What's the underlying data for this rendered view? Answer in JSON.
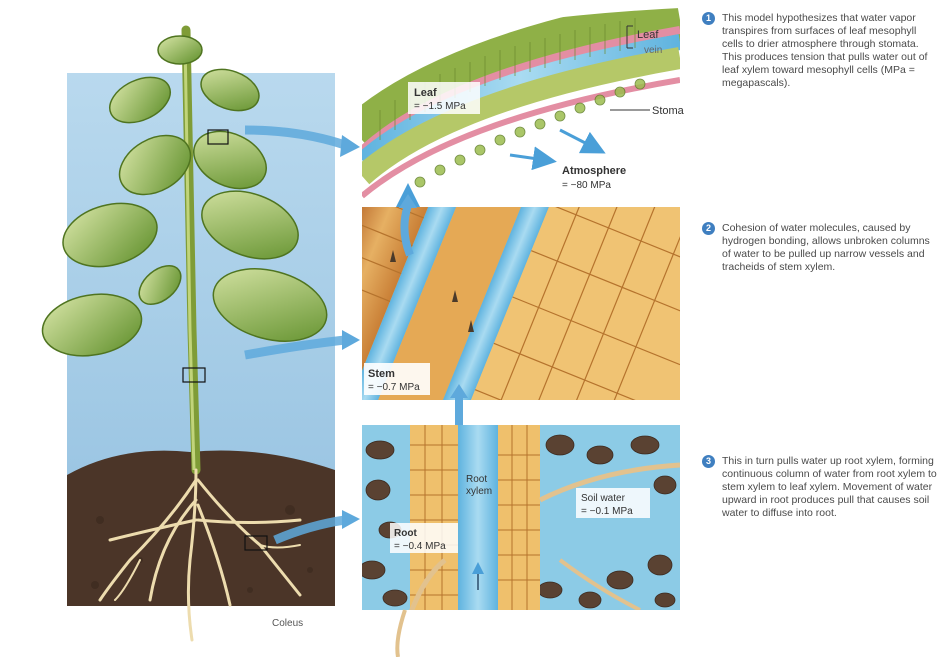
{
  "labels": {
    "leaf_top": "Leaf",
    "vein": "vein",
    "stoma": "Stoma",
    "atmosphere": "Atmosphere",
    "atmosphere_value": "= −80 MPa",
    "leaf": "Leaf",
    "leaf_value": "= −1.5 MPa",
    "stem": "Stem",
    "stem_value": "= −0.7 MPa",
    "root_xylem_1": "Root",
    "root_xylem_2": "xylem",
    "soil_water": "Soil water",
    "soil_water_value": "= −0.1 MPa",
    "root": "Root",
    "root_value": "= −0.4 MPa",
    "plant_name": "Coleus"
  },
  "notes": [
    {
      "number": "1",
      "text": "This model hypothesizes that water vapor transpires from surfaces of leaf mesophyll cells to drier atmosphere through stomata. This produces tension that pulls water out of leaf xylem toward mesophyll cells (MPa = megapascals)."
    },
    {
      "number": "2",
      "text": "Cohesion of water molecules, caused by hydrogen bonding, allows unbroken columns of water to be pulled up narrow vessels and tracheids of stem xylem."
    },
    {
      "number": "3",
      "text": "This in turn pulls water up root xylem, forming continuous column of water from root xylem to stem xylem to leaf xylem. Movement of water upward in root produces pull that causes soil water to diffuse into root."
    }
  ],
  "colors": {
    "sky": "#a9cfe6",
    "soil": "#4a3427",
    "leaf": "#7fa83a",
    "water": "#7cc2e6",
    "arrow": "#4a9fd8",
    "stem_wood": "#d99a4a",
    "number_badge": "#3f7fc0"
  },
  "icons": [
    "arrow-right-icon",
    "arrow-up-icon"
  ]
}
